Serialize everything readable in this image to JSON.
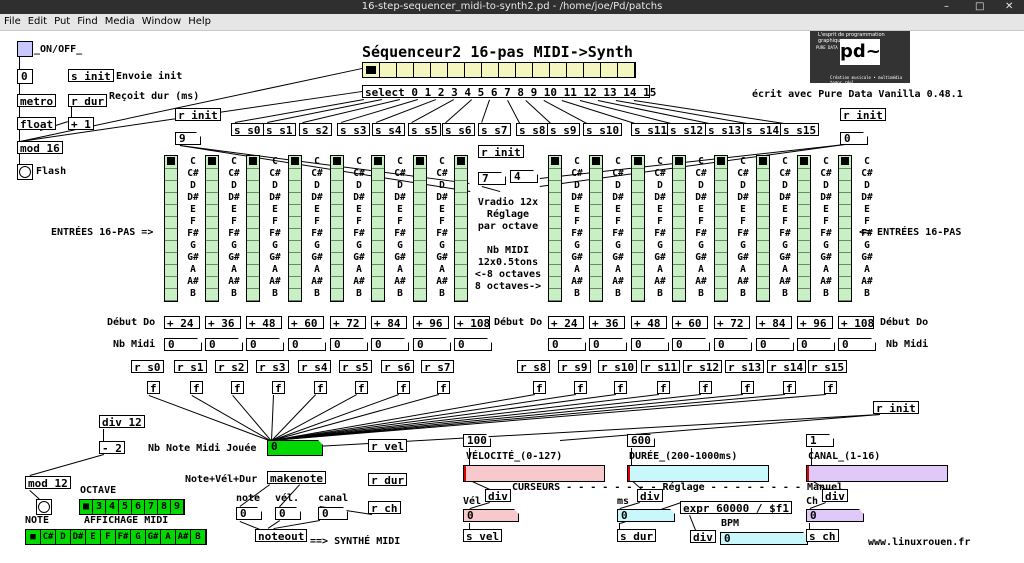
{
  "window": {
    "title": "16-step-sequencer_midi-to-synth2.pd  - /home/joe/Pd/patchs",
    "controls": [
      "–",
      "□",
      "✕"
    ]
  },
  "menu": [
    "File",
    "Edit",
    "Put",
    "Find",
    "Media",
    "Window",
    "Help"
  ],
  "main_title": "Séquenceur2 16-pas MIDI->Synth",
  "logo": {
    "text": "pd~",
    "tag": "L'esprit de programmation graphique",
    "brand": "PURE DATA",
    "footer": "Création musicale • multimédia temps réel"
  },
  "credit": "écrit avec Pure Data Vanilla 0.48.1",
  "website": "www.linuxrouen.fr",
  "left": {
    "onoff": "_ON/OFF_",
    "zero": "0",
    "s_init": "s init",
    "envoie": "Envoie init",
    "metro": "metro",
    "r_dur": "r dur",
    "recoit": "Reçoit dur (ms)",
    "float": "float",
    "plus1": "+ 1",
    "mod16": "mod 16",
    "flash": "Flash"
  },
  "select": "select 0 1 2 3 4 5 6 7 8 9 10 11 12 13 14 15",
  "sends": [
    "s s0",
    "s s1",
    "s s2",
    "s s3",
    "s s4",
    "s s5",
    "s s6",
    "s s7",
    "s s8",
    "s s9",
    "s s10",
    "s s11",
    "s s12",
    "s s13",
    "s s14",
    "s s15"
  ],
  "r_init": "r init",
  "octave_left": "9",
  "octave_mid": "7",
  "octave_mid2": "4",
  "octave_right": "0",
  "notes": [
    "C",
    "C#",
    "D",
    "D#",
    "E",
    "F",
    "F#",
    "G",
    "G#",
    "A",
    "A#",
    "B"
  ],
  "center_text": [
    "Vradio 12x",
    "Réglage",
    "par octave",
    "",
    "Nb MIDI",
    "12x0.5tons",
    "<-8 octaves",
    "8 octaves->"
  ],
  "entries_left": "ENTRÉES 16-PAS =>",
  "entries_right": "<= ENTRÉES 16-PAS",
  "debut_do": "Début Do",
  "nb_midi": "Nb Midi",
  "adds": [
    "+ 24",
    "+ 36",
    "+ 48",
    "+ 60",
    "+ 72",
    "+ 84",
    "+ 96",
    "+ 108"
  ],
  "nb_zero": "0",
  "receives": [
    "r s0",
    "r s1",
    "r s2",
    "r s3",
    "r s4",
    "r s5",
    "r s6",
    "r s7",
    "r s8",
    "r s9",
    "r s10",
    "r s11",
    "r s12",
    "r s13",
    "r s14",
    "r s15"
  ],
  "f": "f",
  "bottom": {
    "div12": "div 12",
    "minus2": "- 2",
    "mod12": "mod 12",
    "octave": "OCTAVE",
    "octave_digits": [
      "■",
      "3",
      "4",
      "5",
      "6",
      "7",
      "8",
      "9"
    ],
    "note": "NOTE",
    "affichage": "AFFICHAGE MIDI",
    "note_cells": [
      "■",
      "C#",
      "D",
      "D#",
      "E",
      "F",
      "F#",
      "G",
      "G#",
      "A",
      "A#",
      "B"
    ],
    "nb_note_joue": "Nb Note Midi Jouée",
    "nb_note_val": "0",
    "r_vel": "r vel",
    "makenote": "makenote",
    "r_dur": "r dur",
    "nvd": "Note+Vél+Dur",
    "note_lbl": "note",
    "vel_lbl": "vél.",
    "canal_lbl": "canal",
    "r_ch": "r ch",
    "noteout": "noteout",
    "synth": "==> SYNTHÉ MIDI",
    "zero": "0"
  },
  "right": {
    "vel_val": "100",
    "vel_label": "VÉLOCITÉ_(0-127)",
    "dur_val": "600",
    "dur_label": "DURÉE_(200-1000ms)",
    "ch_val": "1",
    "ch_label": "CANAL_(1-16)",
    "curseurs": "CURSEURS - - - - - - - - Réglage - - - - - - - - Manuel",
    "vel_short": "Vél",
    "div": "div",
    "ms": "ms",
    "ch": "Ch",
    "expr": "expr 60000 / $f1",
    "bpm": "BPM",
    "s_vel": "s vel",
    "s_dur": "s dur",
    "s_ch": "s ch",
    "zero": "0",
    "r_init": "r init"
  },
  "colors": {
    "vradio": "#c9f0c4",
    "velocity": "#f7c8cc",
    "duration": "#c8f8fc",
    "canal": "#e0c8f8",
    "notefill": "#00d800"
  }
}
